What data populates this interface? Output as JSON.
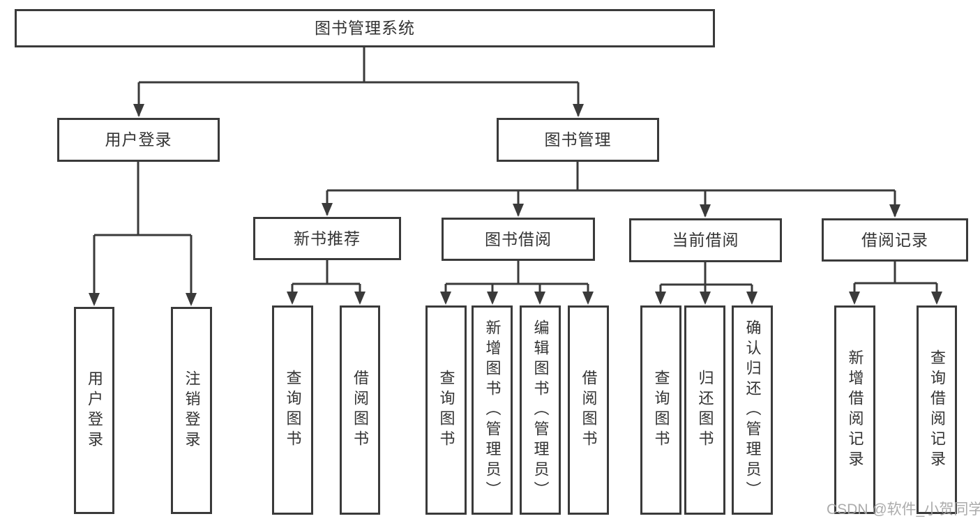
{
  "colors": {
    "line": "#3a3a3a",
    "text": "#333333",
    "border": "#3a3a3a",
    "watermark": "#a3a3a3",
    "background": "#ffffff"
  },
  "tree": {
    "root": {
      "label": "图书管理系统",
      "children": [
        {
          "label": "用户登录",
          "children": [
            {
              "label": "用户登录"
            },
            {
              "label": "注销登录"
            }
          ]
        },
        {
          "label": "图书管理",
          "children": [
            {
              "label": "新书推荐",
              "children": [
                {
                  "label": "查询图书"
                },
                {
                  "label": "借阅图书"
                }
              ]
            },
            {
              "label": "图书借阅",
              "children": [
                {
                  "label": "查询图书"
                },
                {
                  "label": "新增图书（管理员）"
                },
                {
                  "label": "编辑图书（管理员）"
                },
                {
                  "label": "借阅图书"
                }
              ]
            },
            {
              "label": "当前借阅",
              "children": [
                {
                  "label": "查询图书"
                },
                {
                  "label": "归还图书"
                },
                {
                  "label": "确认归还（管理员）"
                }
              ]
            },
            {
              "label": "借阅记录",
              "children": [
                {
                  "label": "新增借阅记录"
                },
                {
                  "label": "查询借阅记录"
                }
              ]
            }
          ]
        }
      ]
    }
  },
  "watermark": {
    "text": "CSDN @软件_小贺同学"
  }
}
